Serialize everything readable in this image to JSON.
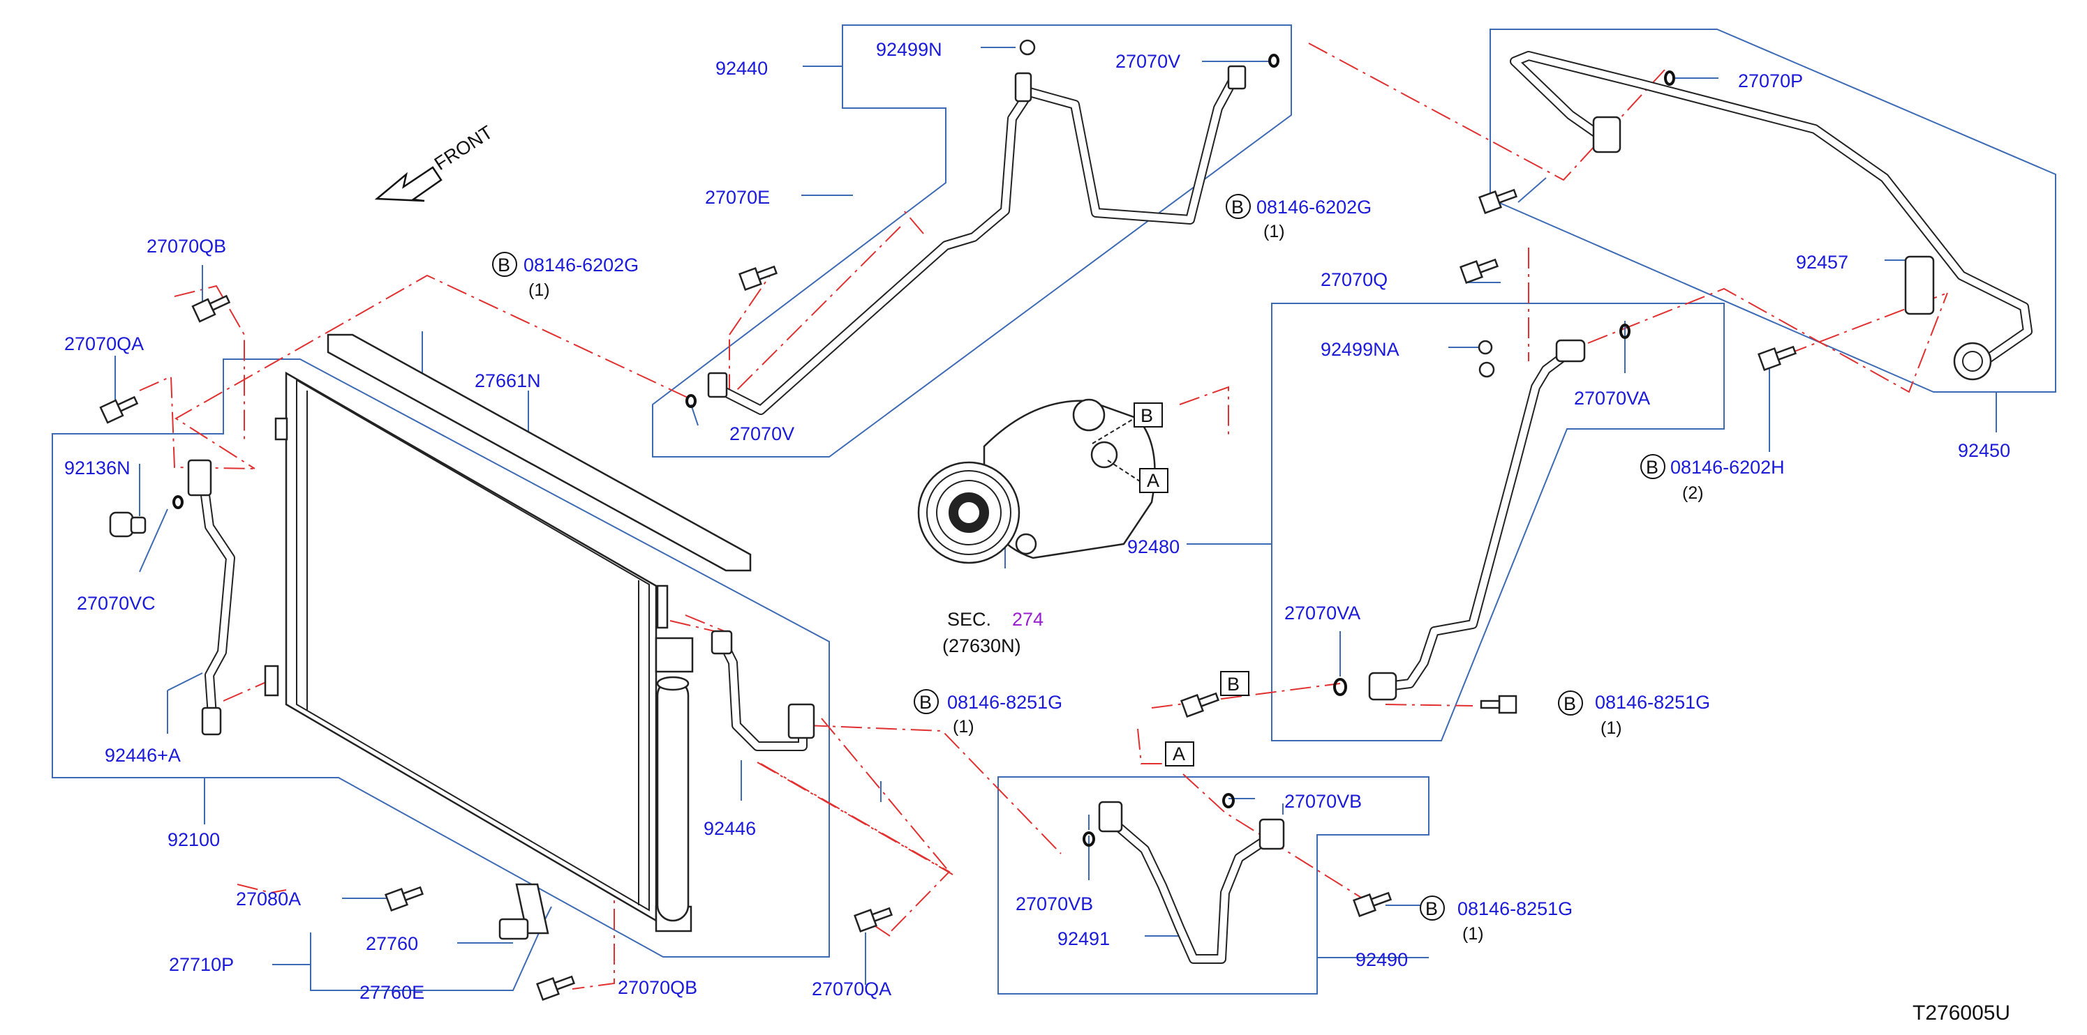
{
  "diagram_id": "T276005U",
  "front_label": "FRONT",
  "sec_label": "SEC.",
  "sec_number": "274",
  "sec_sub": "(27630N)",
  "circle_letter": "B",
  "box_letters": {
    "b": "B",
    "a": "A"
  },
  "parts": {
    "p92440": "92440",
    "p92499N": "92499N",
    "p27070V_top": "27070V",
    "p27070E": "27070E",
    "p08146_6202G_left": "08146-6202G",
    "q1_left": "(1)",
    "p27070V_bot": "27070V",
    "p27070QB_top": "27070QB",
    "p27070QA_top": "27070QA",
    "p92136N": "92136N",
    "p27070VC": "27070VC",
    "p92446A": "92446+A",
    "p92100": "92100",
    "p27661N": "27661N",
    "p92446": "92446",
    "p27080A": "27080A",
    "p27760": "27760",
    "p27710P": "27710P",
    "p27760E": "27760E",
    "p27070QB_bot": "27070QB",
    "p27070QA_bot": "27070QA",
    "p08146_6202G_right": "08146-6202G",
    "q1_right": "(1)",
    "p27070Q": "27070Q",
    "p92499NA": "92499NA",
    "p27070VA_top": "27070VA",
    "p92480": "92480",
    "p27070VA_mid": "27070VA",
    "p08146_8251G_mid": "08146-8251G",
    "q1_mid": "(1)",
    "p08146_8251G_right": "08146-8251G",
    "q1_mid_right": "(1)",
    "p27070VB_top": "27070VB",
    "p27070VB_left": "27070VB",
    "p92491": "92491",
    "p92490": "92490",
    "p08146_8251G_bot": "08146-8251G",
    "q1_bot": "(1)",
    "p27070P": "27070P",
    "p92457": "92457",
    "p08146_6202H": "08146-6202H",
    "q2": "(2)",
    "p92450": "92450"
  }
}
